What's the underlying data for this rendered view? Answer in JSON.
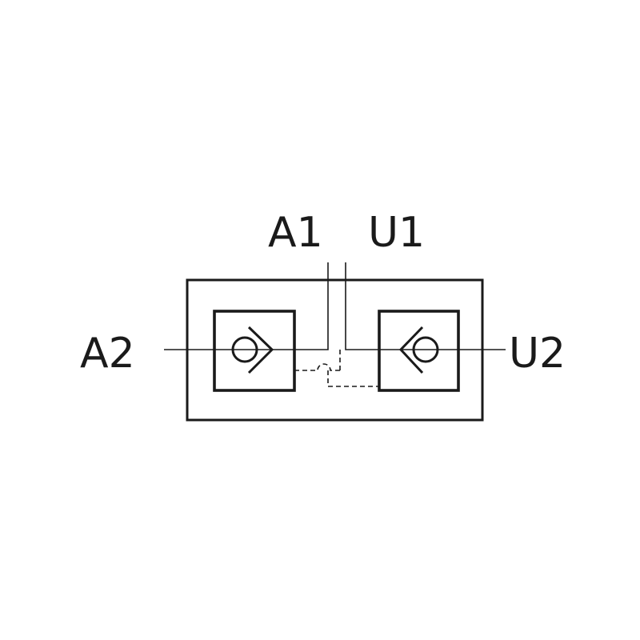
{
  "ports": {
    "a1": "A1",
    "u1": "U1",
    "a2": "A2",
    "u2": "U2"
  },
  "colors": {
    "line": "#1a1a1a",
    "background": "#ffffff"
  }
}
